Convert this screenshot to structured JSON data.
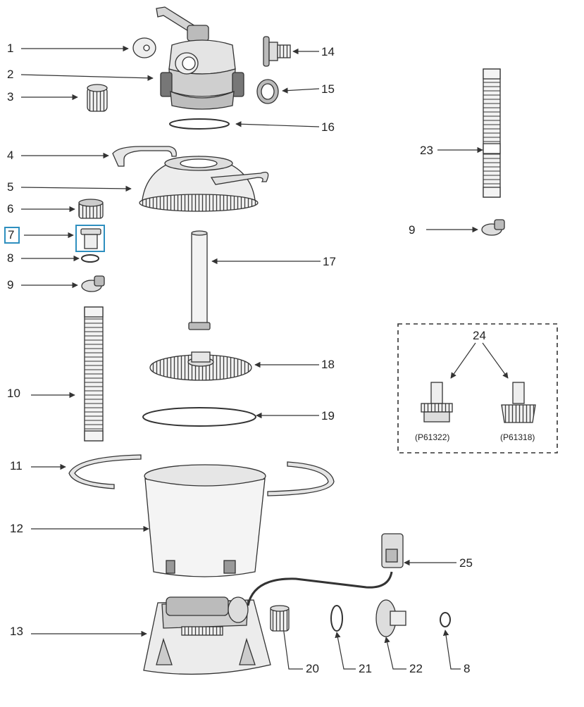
{
  "labels": {
    "l1": "1",
    "l2": "2",
    "l3": "3",
    "l4": "4",
    "l5": "5",
    "l6": "6",
    "l7": "7",
    "l8a": "8",
    "l9a": "9",
    "l10": "10",
    "l11": "11",
    "l12": "12",
    "l13": "13",
    "l14": "14",
    "l15": "15",
    "l16": "16",
    "l17": "17",
    "l18": "18",
    "l19": "19",
    "l20": "20",
    "l21": "21",
    "l22": "22",
    "l8b": "8",
    "l23": "23",
    "l9b": "9",
    "l24": "24",
    "l25": "25"
  },
  "variants": {
    "v1": "(P61322)",
    "v2": "(P61318)"
  },
  "colors": {
    "line": "#333333",
    "highlight": "#2e8fbf",
    "fill_light": "#e8e8e8",
    "fill_mid": "#bdbdbd",
    "fill_dark": "#6a6a6a"
  }
}
